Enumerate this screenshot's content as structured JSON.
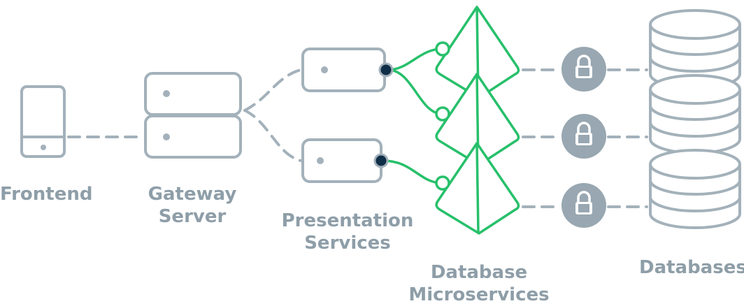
{
  "colors": {
    "gray": "#a3b1ba",
    "gray_text": "#8e9ea8",
    "green": "#27c06b",
    "dark_port": "#0f2e47",
    "lock_fill": "#98a7b1",
    "background": "#ffffff"
  },
  "labels": {
    "frontend": [
      "Frontend"
    ],
    "gateway": [
      "Gateway",
      "Server"
    ],
    "presentation": [
      "Presentation",
      "Services"
    ],
    "db_microservices": [
      "Database",
      "Microservices"
    ],
    "databases": [
      "Databases"
    ]
  },
  "icons": {
    "frontend": "smartphone-icon",
    "gateway": "server-stack-icon",
    "presentation": "service-node-icon",
    "microservice": "pyramid-icon",
    "lock": "lock-icon",
    "database": "database-cylinder-icon"
  }
}
